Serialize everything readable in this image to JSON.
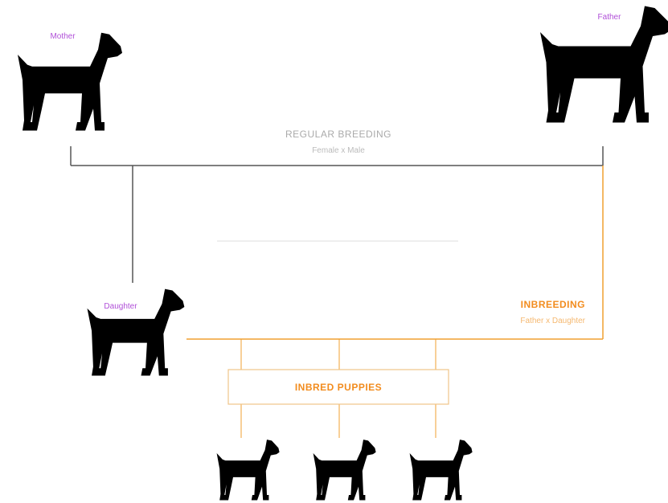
{
  "colors": {
    "dog": "#000000",
    "dog_label": "#b04fd8",
    "regular_line": "#555555",
    "regular_text": "#aaaaaa",
    "inbreeding": "#f0a030",
    "inbreeding_text": "#f28c1e"
  },
  "dogs": {
    "mother": {
      "label": "Mother",
      "icon": "dog-icon"
    },
    "father": {
      "label": "Father",
      "icon": "dog-icon"
    },
    "daughter": {
      "label": "Daughter",
      "icon": "dog-icon"
    },
    "puppies": [
      {
        "icon": "puppy-icon"
      },
      {
        "icon": "puppy-icon"
      },
      {
        "icon": "puppy-icon"
      }
    ]
  },
  "regular_breeding": {
    "title": "REGULAR BREEDING",
    "subtitle": "Female x Male"
  },
  "inbreeding": {
    "title": "INBREEDING",
    "subtitle": "Father x Daughter"
  },
  "inbred_puppies": {
    "label": "INBRED PUPPIES"
  }
}
